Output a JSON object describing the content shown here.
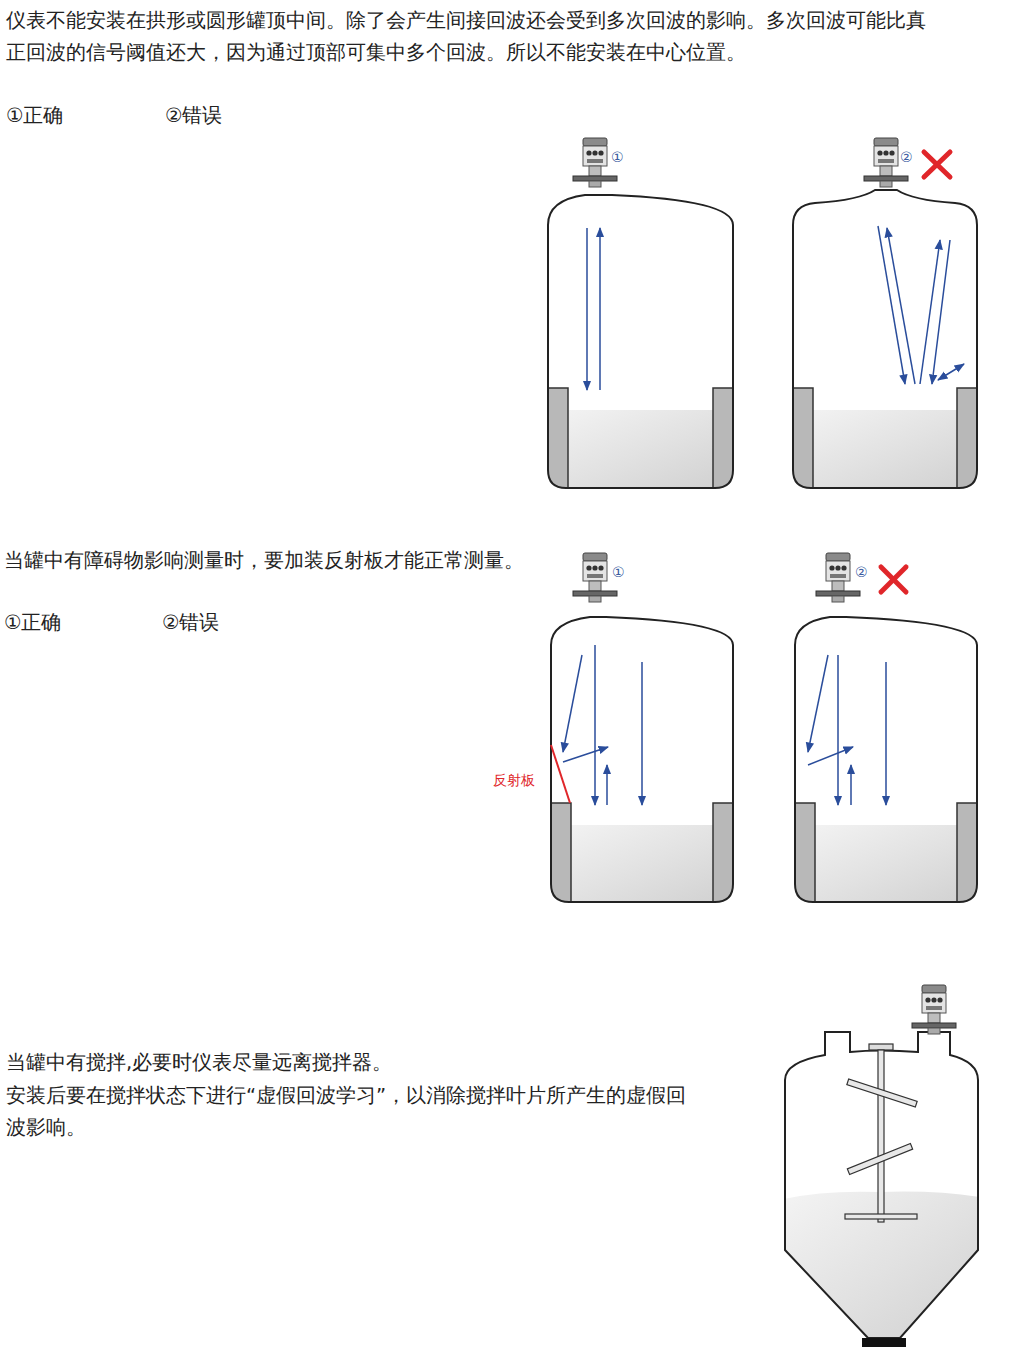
{
  "diagram": {
    "labels": [
      "仪表不能安装在拱形或圆形罐顶中间。除了会产生间接回波还会受到多次回波的影响。多次回波可能比真正回波的信号阈值还大，因为通过顶部可集中多个回波。所以不能安装在中心位置。",
      "①正确",
      "②错误",
      "①",
      "②",
      "当罐中有障碍物影响测量时，要加装反射板才能正常测量。",
      "①正确",
      "②错误",
      "①",
      "②",
      "反射板",
      "当罐中有搅拌,必要时仪表尽量远离搅拌器。",
      "安装后要在搅拌状态下进行“虚假回波学习”，以消除搅拌叶片所产生的虚假回波影响。"
    ]
  }
}
